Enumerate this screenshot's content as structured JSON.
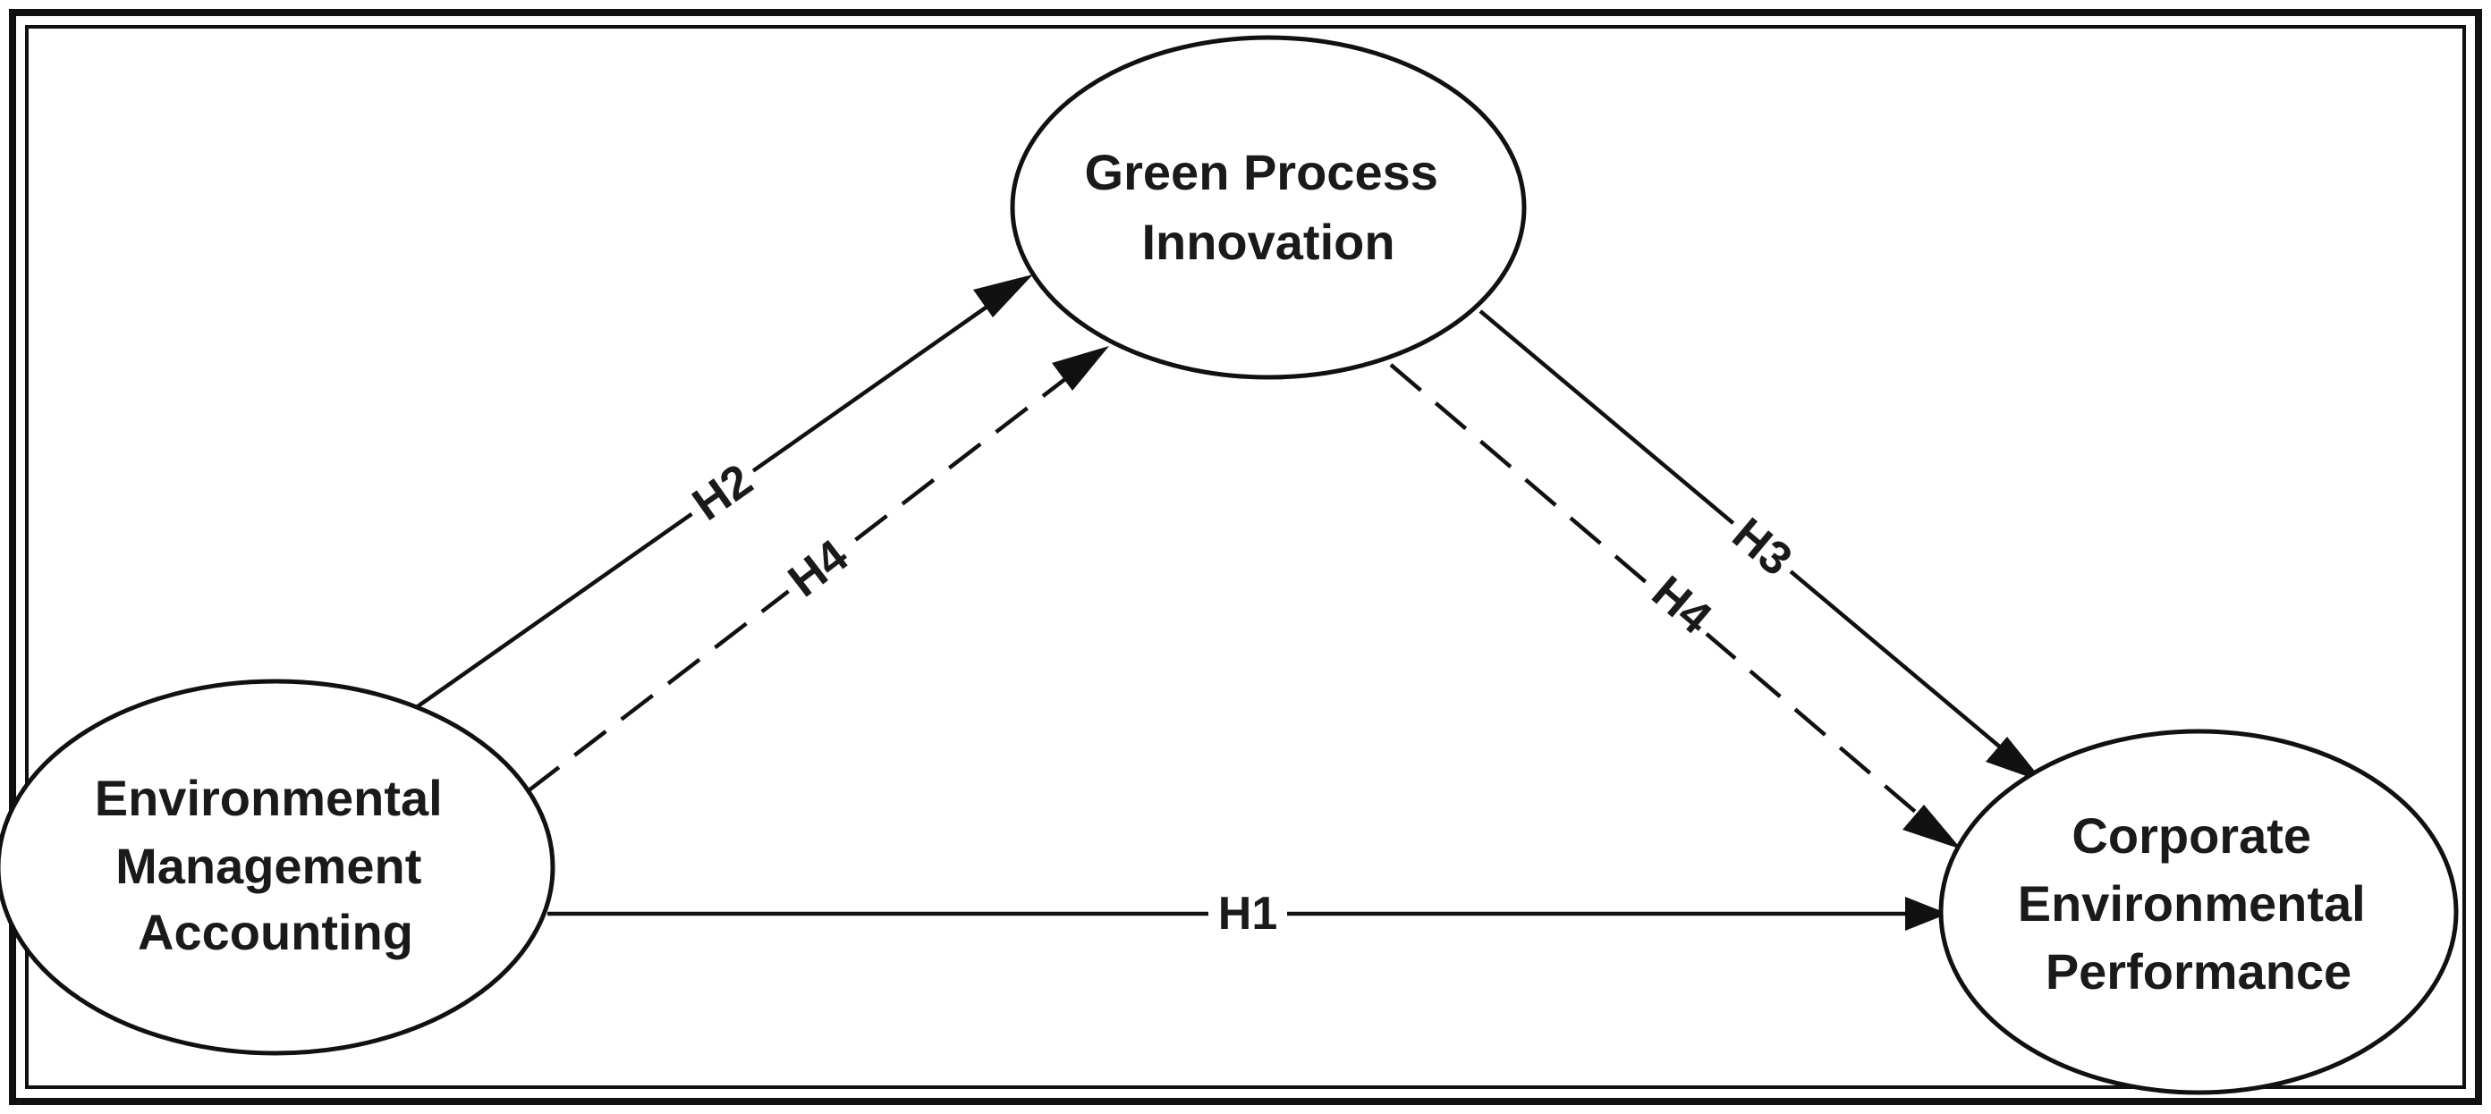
{
  "diagram": {
    "nodes": {
      "gpi": {
        "lines": [
          "Green Process",
          "Innovation"
        ]
      },
      "ema": {
        "lines": [
          "Environmental",
          "Management",
          "Accounting"
        ]
      },
      "cep": {
        "lines": [
          "Corporate",
          "Environmental",
          "Performance"
        ]
      }
    },
    "edges": [
      {
        "id": "h1",
        "label": "H1",
        "from": "Environmental Management Accounting",
        "to": "Corporate Environmental Performance",
        "style": "solid"
      },
      {
        "id": "h2",
        "label": "H2",
        "from": "Environmental Management Accounting",
        "to": "Green Process Innovation",
        "style": "solid"
      },
      {
        "id": "h3",
        "label": "H3",
        "from": "Green Process Innovation",
        "to": "Corporate Environmental Performance",
        "style": "solid"
      },
      {
        "id": "h4a",
        "label": "H4",
        "from": "Environmental Management Accounting",
        "to": "Green Process Innovation",
        "style": "dashed"
      },
      {
        "id": "h4b",
        "label": "H4",
        "from": "Green Process Innovation",
        "to": "Corporate Environmental Performance",
        "style": "dashed"
      }
    ],
    "colors": {
      "stroke": "#111111",
      "text": "#1a1a1a",
      "background": "#ffffff"
    }
  }
}
